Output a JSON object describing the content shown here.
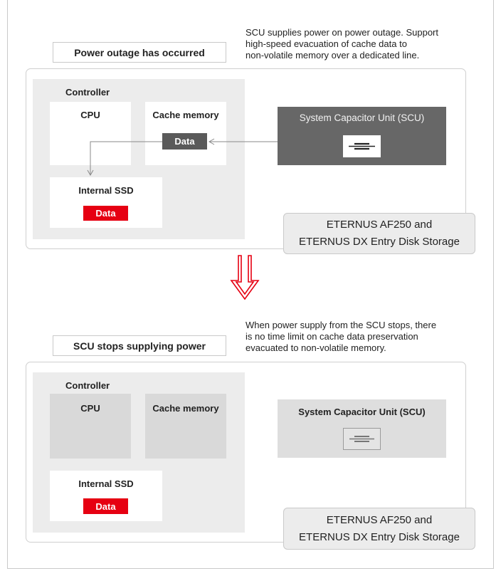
{
  "top": {
    "note_lines": [
      "SCU supplies power on power outage. Support",
      "high-speed evacuation of cache data to",
      "non-volatile memory over a dedicated line."
    ],
    "title": "Power outage has occurred",
    "controller_label": "Controller",
    "cpu_label": "CPU",
    "cache_label": "Cache memory",
    "cache_data_label": "Data",
    "ssd_label": "Internal SSD",
    "ssd_data_label": "Data",
    "scu_label": "System Capacitor Unit (SCU)",
    "product_lines": [
      "ETERNUS AF250 and",
      "ETERNUS DX Entry Disk Storage"
    ]
  },
  "bottom": {
    "note_lines": [
      "When power supply from the SCU stops, there",
      "is no time limit on cache data preservation",
      "evacuated to non-volatile memory."
    ],
    "title": "SCU stops supplying power",
    "controller_label": "Controller",
    "cpu_label": "CPU",
    "cache_label": "Cache memory",
    "ssd_label": "Internal SSD",
    "ssd_data_label": "Data",
    "scu_label": "System Capacitor Unit (SCU)",
    "product_lines": [
      "ETERNUS AF250 and",
      "ETERNUS DX Entry Disk Storage"
    ]
  },
  "colors": {
    "accent_red": "#e60012",
    "scu_active": "#676767",
    "scu_inactive": "#dedede",
    "controller_bg": "#ececec"
  },
  "icons": [
    "capacitor-icon",
    "down-arrow-icon"
  ]
}
